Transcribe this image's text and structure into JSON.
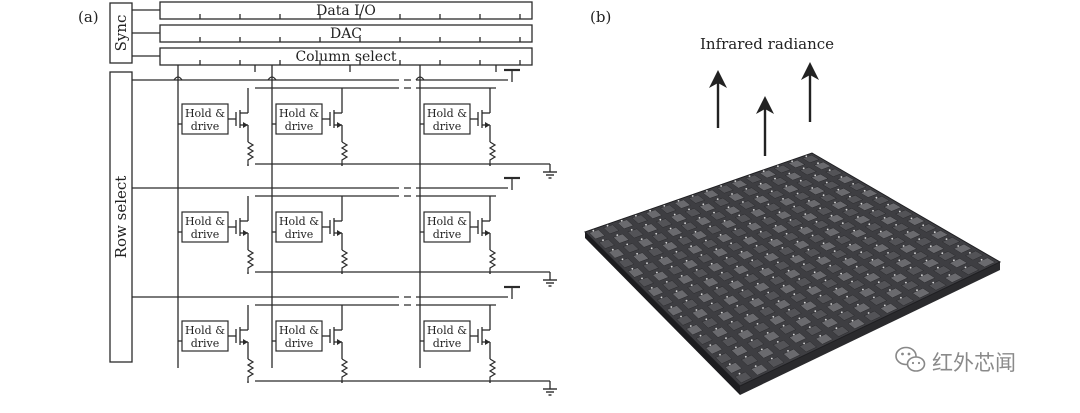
{
  "panel_a": {
    "label": "(a)",
    "sync": "Sync",
    "bus": [
      "Data I/O",
      "DAC",
      "Column select"
    ],
    "row_select": "Row select",
    "cell": {
      "line1": "Hold &",
      "line2": "drive"
    }
  },
  "panel_b": {
    "label": "(b)",
    "caption": "Infrared radiance"
  },
  "watermark": {
    "text": "红外芯闻",
    "icon": "wechat-icon"
  },
  "colors": {
    "line": "#2b2b2b",
    "emitter_dark": "#3e3e42",
    "emitter_light": "#6a6a6e",
    "emitter_edge": "#1f1f22"
  }
}
